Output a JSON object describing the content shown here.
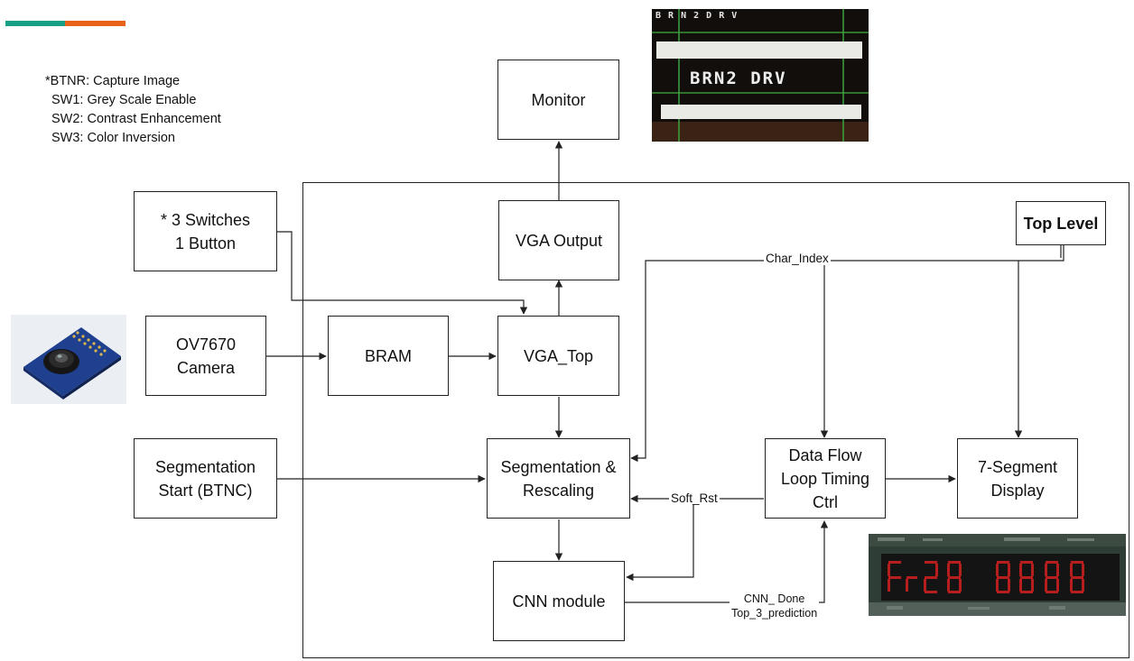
{
  "accent": {
    "teal": "#16A085",
    "orange": "#E8621A"
  },
  "legend": [
    "*BTNR: Capture Image",
    "SW1: Grey Scale Enable",
    "SW2: Contrast Enhancement",
    "SW3: Color Inversion"
  ],
  "blocks": {
    "monitor": "Monitor",
    "switches": "* 3 Switches\n1 Button",
    "vga_output": "VGA Output",
    "top_level": "Top Level",
    "camera": "OV7670\nCamera",
    "bram": "BRAM",
    "vga_top": "VGA_Top",
    "segmentation_start": "Segmentation\nStart (BTNC)",
    "segmentation": "Segmentation &\nRescaling",
    "data_flow": "Data Flow\nLoop Timing\nCtrl",
    "seven_segment": "7-Segment\nDisplay",
    "cnn": "CNN module"
  },
  "signals": {
    "char_index": "Char_Index",
    "soft_rst": "Soft_Rst",
    "cnn_done": "CNN_ Done",
    "top3": "Top_3_prediction"
  },
  "monitor_screen": {
    "header": "B R N 2 D R V",
    "plate": "BRN2 DRV"
  },
  "icons": {
    "camera": "camera-module-photo",
    "monitor": "monitor-screen-photo",
    "segments": "seven-segment-board-photo"
  }
}
